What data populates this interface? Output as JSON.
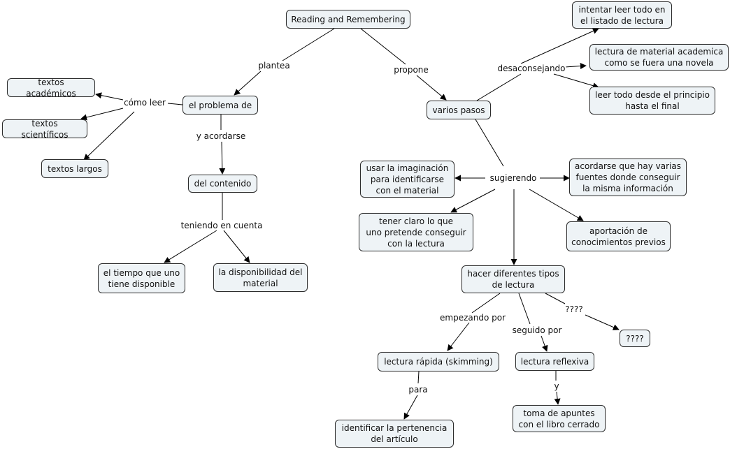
{
  "concepts": {
    "reading": "Reading and Remembering",
    "problema": "el problema de",
    "contenido": "del contenido",
    "tiempo": "el tiempo que uno\ntiene disponible",
    "disponibilidad": "la disponibilidad del\nmaterial",
    "academicos": "textos académicos",
    "cientificos": "textos scientíficos",
    "largos": "textos largos",
    "pasos": "varios pasos",
    "intentar": "intentar leer todo en\nel listado de lectura",
    "novela": "lectura de material academica\ncomo se fuera una novela",
    "principio": "leer todo desde el principio\nhasta el final",
    "imaginacion": "usar la imaginación\npara identificarse\ncon el material",
    "fuentes": "acordarse que hay varias\nfuentes donde conseguir\nla misma información",
    "claro": "tener claro lo que\nuno pretende conseguir\ncon la lectura",
    "aportacion": "aportación de\nconocimientos previos",
    "tipos": "hacer diferentes tipos\nde lectura",
    "q4": "????",
    "rapida": "lectura rápida (skimming)",
    "reflexiva": "lectura reflexiva",
    "pertenencia": "identificar la pertenencia\ndel artículo",
    "apuntes": "toma de apuntes\ncon el libro cerrado"
  },
  "links": {
    "plantea": "plantea",
    "propone": "propone",
    "como_leer": "cómo leer",
    "acordarse": "y acordarse",
    "teniendo": "teniendo en cuenta",
    "desaconsejando": "desaconsejando",
    "sugiriendo": "sugierendo",
    "empezando": "empezando por",
    "seguido": "seguido por",
    "q4link": "????",
    "para": "para",
    "y": "y"
  },
  "colors": {
    "node_fill": "#eef3f6",
    "line": "#000000"
  }
}
